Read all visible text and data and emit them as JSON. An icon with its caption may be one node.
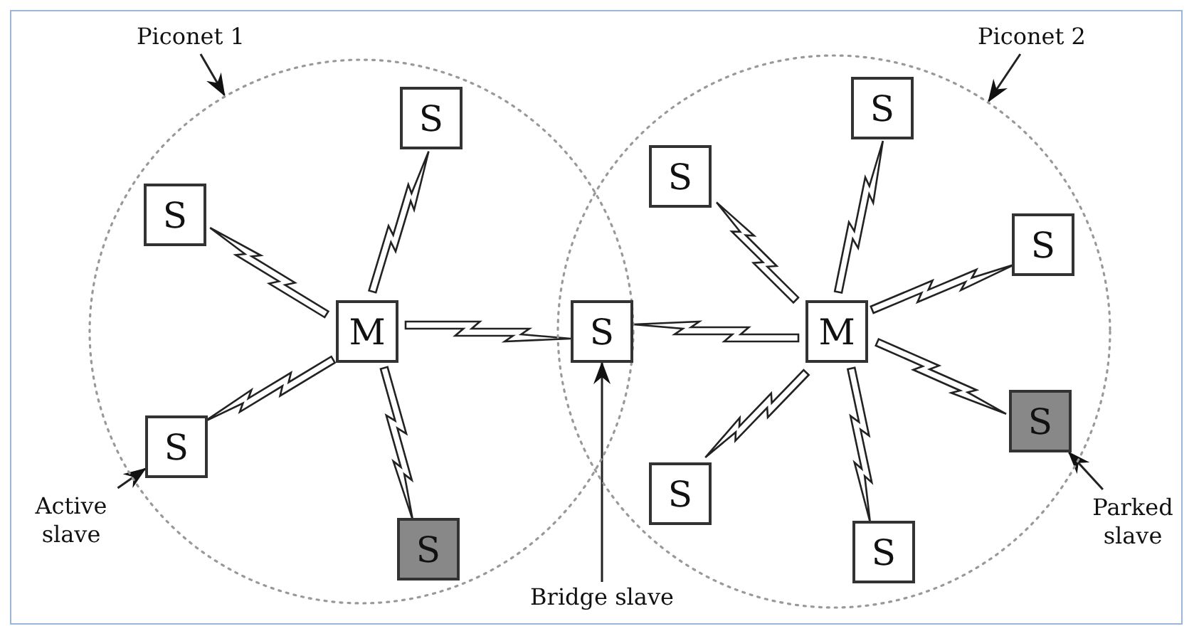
{
  "diagram": {
    "nodes": [
      {
        "text": [
          "Piconet 1"
        ]
      },
      {
        "text": [],
        "shape": "circle"
      },
      {
        "text": [
          "Piconet 2"
        ]
      },
      {
        "text": [],
        "shape": "circle"
      },
      {
        "text": [
          "S"
        ],
        "in": 1
      },
      {
        "text": [
          "S"
        ],
        "in": 1
      },
      {
        "text": [
          "M"
        ],
        "in": 1
      },
      {
        "text": [
          "S"
        ],
        "in": 1
      },
      {
        "text": [
          "Active slave"
        ]
      },
      {
        "text": [
          "S"
        ],
        "in": 1
      },
      {
        "text": [
          "S"
        ]
      },
      {
        "text": [
          "Bridge slave"
        ]
      },
      {
        "text": [
          "S"
        ],
        "in": 3
      },
      {
        "text": [
          "S"
        ],
        "in": 3
      },
      {
        "text": [
          "S"
        ],
        "in": 3
      },
      {
        "text": [
          "M"
        ],
        "in": 3
      },
      {
        "text": [
          "S"
        ],
        "in": 3
      },
      {
        "text": [
          "Parked slave"
        ]
      },
      {
        "text": [
          "S"
        ],
        "in": 3
      },
      {
        "text": [
          "S"
        ],
        "in": 3
      }
    ],
    "edges": [
      {
        "from": 0,
        "to": 1,
        "arrow": "to"
      },
      {
        "from": 2,
        "to": 3,
        "arrow": "to"
      },
      {
        "from": 6,
        "to": 4,
        "arrow": "none"
      },
      {
        "from": 6,
        "to": 5,
        "arrow": "none"
      },
      {
        "from": 6,
        "to": 7,
        "arrow": "none"
      },
      {
        "from": 6,
        "to": 9,
        "arrow": "none"
      },
      {
        "from": 6,
        "to": 10,
        "arrow": "none"
      },
      {
        "from": 15,
        "to": 10,
        "arrow": "none"
      },
      {
        "from": 15,
        "to": 12,
        "arrow": "none"
      },
      {
        "from": 15,
        "to": 13,
        "arrow": "none"
      },
      {
        "from": 15,
        "to": 14,
        "arrow": "none"
      },
      {
        "from": 15,
        "to": 16,
        "arrow": "none"
      },
      {
        "from": 15,
        "to": 18,
        "arrow": "none"
      },
      {
        "from": 15,
        "to": 19,
        "arrow": "none"
      },
      {
        "from": 8,
        "to": 7,
        "arrow": "to"
      },
      {
        "from": 11,
        "to": 10,
        "arrow": "to"
      },
      {
        "from": 17,
        "to": 16,
        "arrow": "to"
      }
    ]
  }
}
